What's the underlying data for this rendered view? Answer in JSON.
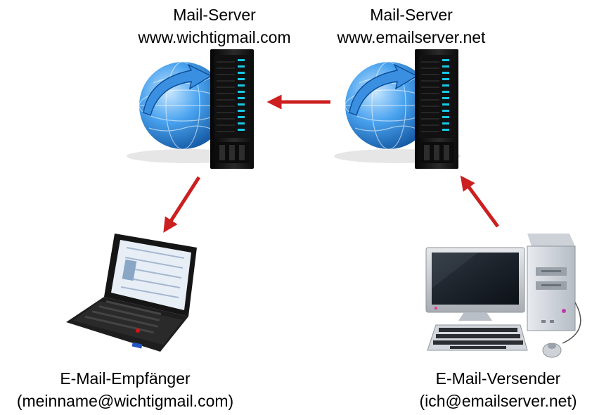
{
  "server_left": {
    "title": "Mail-Server",
    "domain": "www.wichtigmail.com"
  },
  "server_right": {
    "title": "Mail-Server",
    "domain": "www.emailserver.net"
  },
  "recipient": {
    "title": "E-Mail-Empfänger",
    "address": "(meinname@wichtigmail.com)"
  },
  "sender": {
    "title": "E-Mail-Versender",
    "address": "(ich@emailserver.net)"
  },
  "colors": {
    "arrow": "#cc1f1f",
    "globe": "#2f86d4",
    "globe_dark": "#0d4f9a",
    "rack": "#1a1a1a",
    "led": "#19c7e6"
  },
  "icons": {
    "server": "globe-server-rack-icon",
    "laptop": "laptop-icon",
    "desktop": "desktop-computer-icon"
  }
}
